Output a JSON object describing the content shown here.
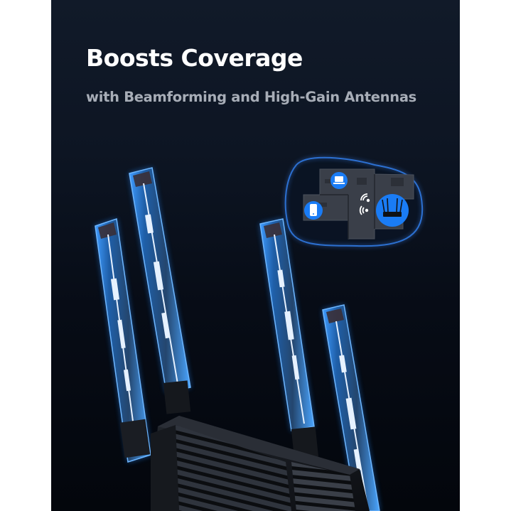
{
  "headline": {
    "title": "Boosts Coverage",
    "subtitle": "with Beamforming and High-Gain Antennas"
  },
  "colors": {
    "background_top": "#111a29",
    "background_bottom": "#03060c",
    "title": "#ffffff",
    "subtitle": "#a7adb7",
    "antenna_glow": "#2f8cff",
    "icon_badge": "#1a7cf5"
  },
  "inset": {
    "devices": [
      {
        "name": "laptop",
        "icon": "laptop-icon"
      },
      {
        "name": "phone",
        "icon": "phone-icon"
      },
      {
        "name": "router",
        "icon": "router-icon"
      }
    ],
    "signals": [
      "wifi-signal-icon",
      "wifi-signal-icon"
    ]
  },
  "product": {
    "antenna_count": 4
  }
}
